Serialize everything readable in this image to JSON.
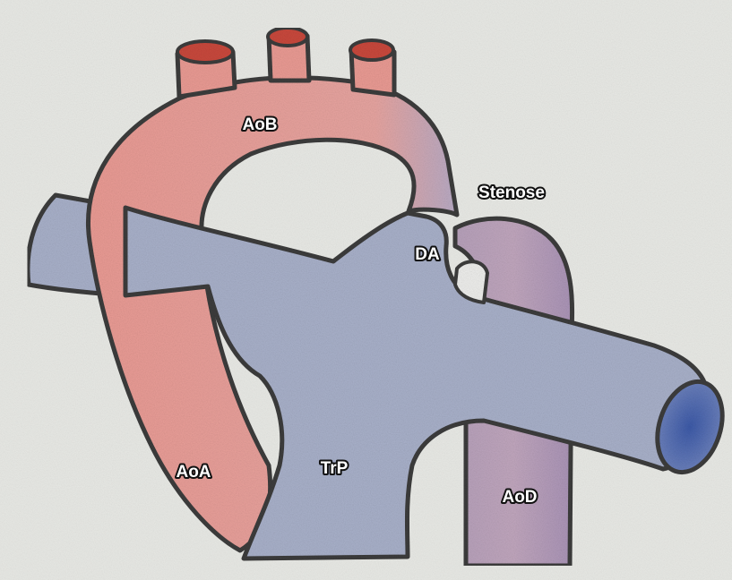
{
  "labels": {
    "aob": "AoB",
    "stenose": "Stenose",
    "da": "DA",
    "aoa": "AoA",
    "trp": "TrP",
    "aod": "AoD"
  },
  "colors": {
    "paper": "#e7e8e4",
    "aorta_red": "#e99a93",
    "pulmonary_blue": "#a8b0c9",
    "descending_purple": "#b49cb6",
    "vessel_lumen_red": "#c8483c",
    "vessel_lumen_blue": "#4a65ad",
    "outline": "#3c3c3c"
  }
}
